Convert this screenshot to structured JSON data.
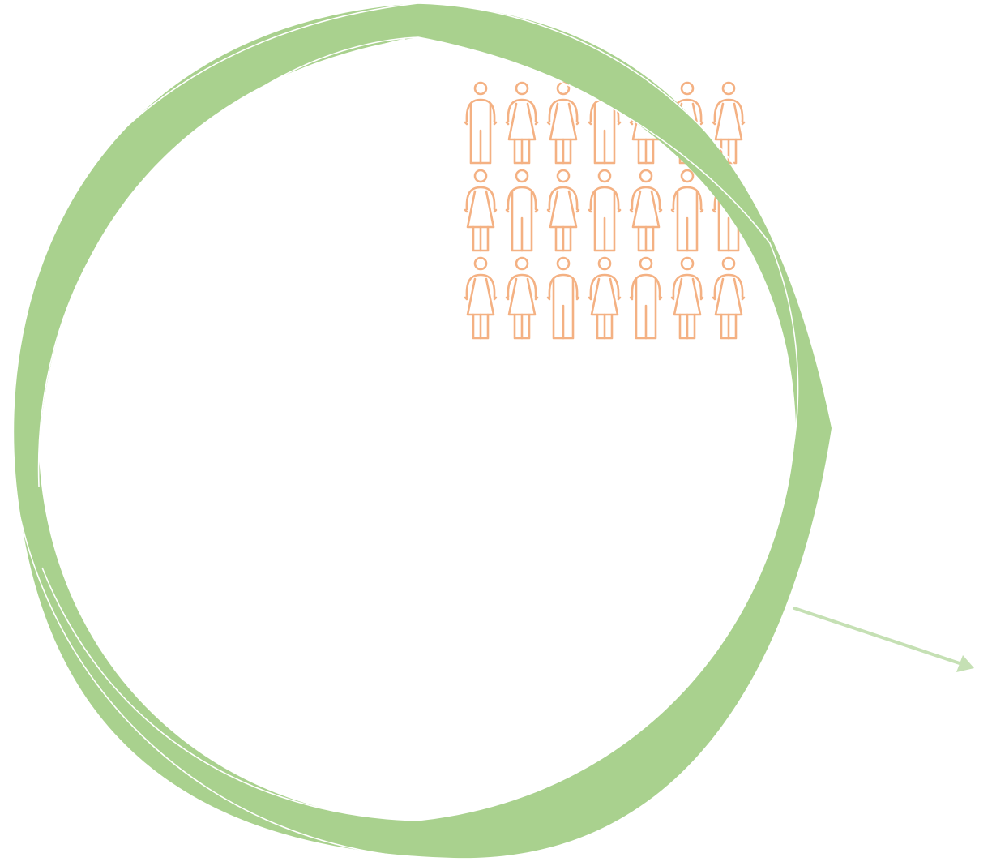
{
  "colors": {
    "background": "#ffffff",
    "ring": "#a9d18e",
    "ring_highlight": "#ffffff",
    "people": "#f4b183",
    "arrow": "#c5e0b4"
  },
  "ring": {
    "icon": "hand-drawn-circle-brush-stroke"
  },
  "people_grid": {
    "icon": "person-icon",
    "rows": [
      [
        "man",
        "woman",
        "woman",
        "man",
        "woman",
        "woman",
        "woman"
      ],
      [
        "woman",
        "man",
        "woman",
        "man",
        "woman",
        "man",
        "man"
      ],
      [
        "woman",
        "woman",
        "man",
        "woman",
        "man",
        "woman",
        "woman"
      ]
    ]
  },
  "arrow": {
    "icon": "arrow-right-icon"
  }
}
